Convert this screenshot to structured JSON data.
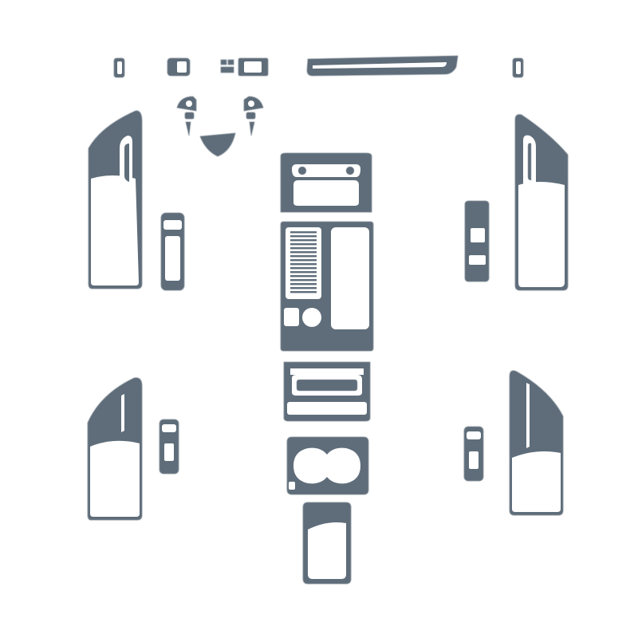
{
  "colors": {
    "piece_fill": "#5f6d7a",
    "cutout_fill": "#ffffff",
    "outline": "#9aa3ac",
    "background": "#ffffff"
  },
  "pieces": [
    "top-left-small-tab",
    "top-left-vent-trim",
    "top-center-button-trims",
    "top-dashboard-strip",
    "top-right-small-tab",
    "steering-wheel-trim-set",
    "front-left-door-panel",
    "front-left-window-switch-trim",
    "center-console-upper-panel",
    "center-console-main-panel",
    "front-right-window-switch-trim",
    "front-right-door-panel",
    "center-console-lower-panel",
    "rear-left-door-panel",
    "rear-left-window-switch-trim",
    "cupholder-panel",
    "rear-right-window-switch-trim",
    "rear-right-door-panel",
    "armrest-panel"
  ]
}
